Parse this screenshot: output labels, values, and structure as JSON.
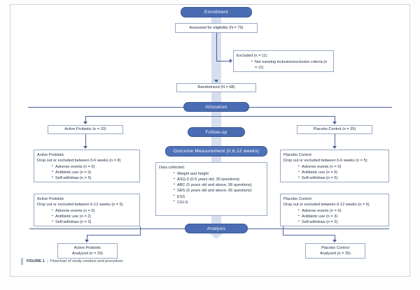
{
  "figure": {
    "number": "FIGURE 1",
    "separator": "|",
    "caption": "Flowchart of study conduct and procedure."
  },
  "banners": {
    "enrollment": "Enrollment",
    "allocation": "Allocation",
    "followup": "Follow-up",
    "analysis": "Analysis",
    "outcome_measurement": "Outcome Measurement (0,6,12 weeks)"
  },
  "nodes": {
    "assessed": "Assessed for eligibility (N = 79)",
    "randomized": "Randomized (N = 68)",
    "active_alloc": "Active Probiotic (n = 33)",
    "placebo_alloc": "Placebo Control (n = 35)",
    "active_analyzed_l1": "Active Probiotic",
    "active_analyzed_l2": "Analyzed (n = 33)",
    "placebo_analyzed_l1": "Placebo Control",
    "placebo_analyzed_l2": "Analyzed (n = 35)"
  },
  "excluded": {
    "header": "Excluded (n = 11)",
    "items": [
      "Not meeting inclusion/exclusion criteria (n = 11)"
    ]
  },
  "data_collected": {
    "header": "Data collected:",
    "items": [
      "Weight and height",
      "ASQ-3 (0-5 years old, 30 questions)",
      "ABC (5 years old and above, 58 questions)",
      "SRS (5 years old and above, 65 questions)",
      "ESS",
      "CGI-S"
    ]
  },
  "dropouts": {
    "active_0_6": {
      "group": "Active Probiotic",
      "header": "Drop out or excluded between 0-6 weeks (n = 8)",
      "items": [
        "Adverse events (n = 0)",
        "Antibiotic use (n = 3)",
        "Self-withdraw (n = 5)"
      ]
    },
    "active_6_12": {
      "group": "Active Probiotic",
      "header": "Drop out or excluded between 6-12 weeks (n = 5)",
      "items": [
        "Adverse events (n = 0)",
        "Antibiotic use (n = 2)",
        "Self-withdraw (n = 3)"
      ]
    },
    "placebo_0_6": {
      "group": "Placebo Control",
      "header": "Drop out or excluded between 0-6 weeks (n = 5)",
      "items": [
        "Adverse events (n = 0)",
        "Antibiotic use (n = 0)",
        "Self-withdraw (n = 5)"
      ]
    },
    "placebo_6_12": {
      "group": "Placebo Control",
      "header": "Drop out or excluded between 6-12 weeks (n = 5)",
      "items": [
        "Adverse events (n = 0)",
        "Antibiotic use (n = 3)",
        "Self-withdraw (n = 2)"
      ]
    }
  },
  "colors": {
    "banner_fill": "#4a6cb3",
    "banner_border": "#3b5998",
    "box_border": "#98a8c4",
    "line": "#4a6298",
    "spine": "#c8d3ea",
    "frame": "#cfd4da"
  }
}
